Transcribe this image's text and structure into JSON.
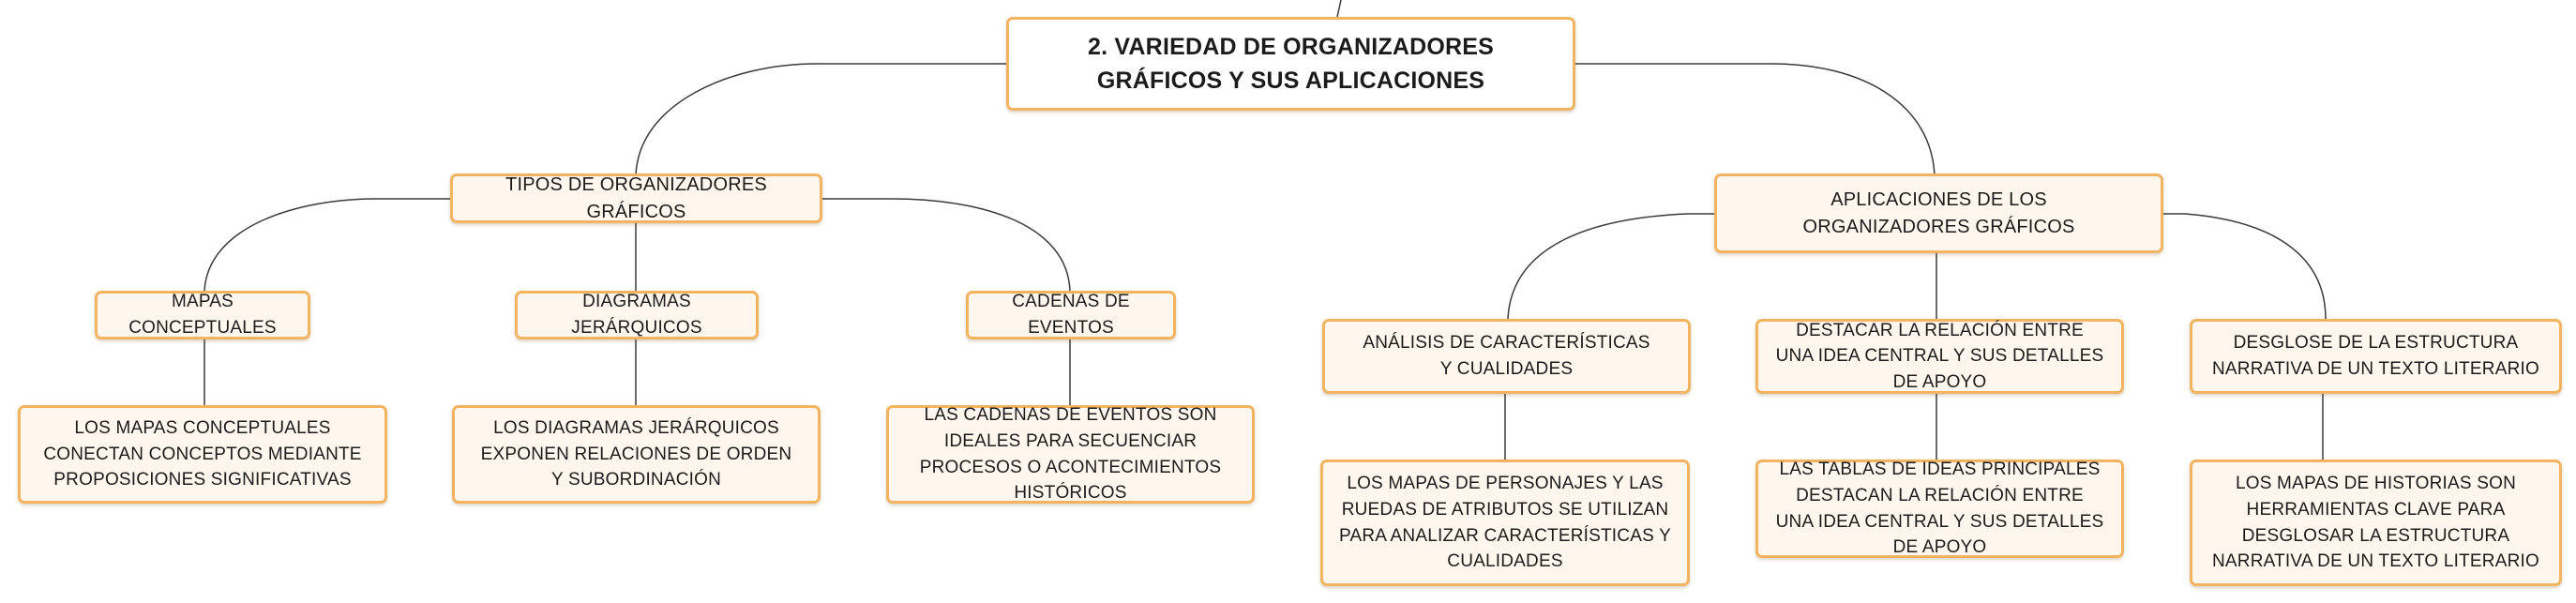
{
  "diagram": {
    "root": "2. VARIEDAD DE ORGANIZADORES GRÁFICOS Y SUS APLICACIONES",
    "branches": [
      {
        "label": "TIPOS DE ORGANIZADORES GRÁFICOS",
        "children": [
          {
            "label": "MAPAS CONCEPTUALES",
            "detail": "LOS MAPAS CONCEPTUALES CONECTAN CONCEPTOS MEDIANTE PROPOSICIONES SIGNIFICATIVAS"
          },
          {
            "label": "DIAGRAMAS JERÁRQUICOS",
            "detail": "LOS DIAGRAMAS JERÁRQUICOS EXPONEN RELACIONES DE ORDEN Y SUBORDINACIÓN"
          },
          {
            "label": "CADENAS DE EVENTOS",
            "detail": "LAS CADENAS DE EVENTOS SON IDEALES PARA SECUENCIAR PROCESOS O ACONTECIMIENTOS HISTÓRICOS"
          }
        ]
      },
      {
        "label": "APLICACIONES DE LOS ORGANIZADORES GRÁFICOS",
        "children": [
          {
            "label": "ANÁLISIS DE CARACTERÍSTICAS Y CUALIDADES",
            "detail": "LOS MAPAS DE PERSONAJES Y LAS RUEDAS DE ATRIBUTOS SE UTILIZAN PARA ANALIZAR CARACTERÍSTICAS Y CUALIDADES"
          },
          {
            "label": "DESTACAR LA RELACIÓN ENTRE UNA IDEA CENTRAL Y SUS DETALLES DE APOYO",
            "detail": "LAS TABLAS DE IDEAS PRINCIPALES DESTACAN LA RELACIÓN ENTRE UNA IDEA CENTRAL Y SUS DETALLES DE APOYO"
          },
          {
            "label": "DESGLOSE DE LA ESTRUCTURA NARRATIVA DE UN TEXTO LITERARIO",
            "detail": "LOS MAPAS DE HISTORIAS SON HERRAMIENTAS CLAVE PARA DESGLOSAR LA ESTRUCTURA NARRATIVA DE UN TEXTO LITERARIO"
          }
        ]
      }
    ]
  },
  "colors": {
    "border": "#f2b461",
    "fill": "#fff7ee",
    "line": "#3a3a3a"
  }
}
